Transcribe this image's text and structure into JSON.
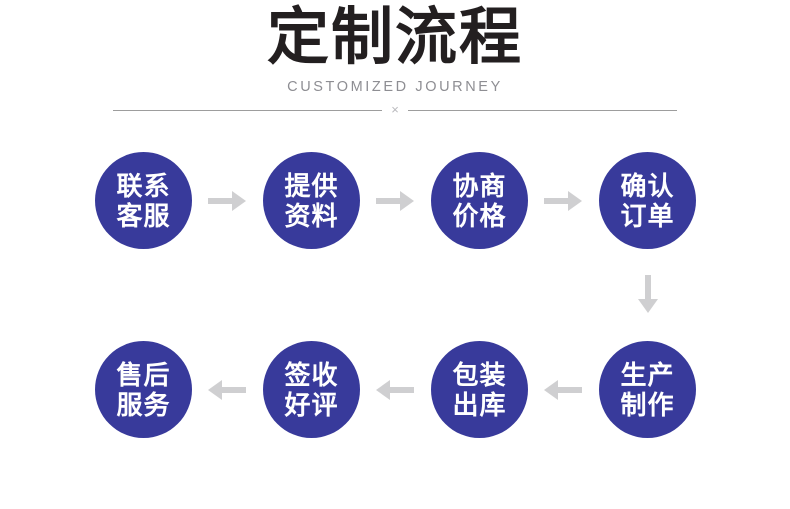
{
  "header": {
    "title": "定制流程",
    "subtitle": "CUSTOMIZED JOURNEY",
    "divider_symbol": "×"
  },
  "theme": {
    "node_color": "#383a9b",
    "node_text_color": "#ffffff",
    "arrow_color": "#cfcfd1",
    "title_color": "#231f20",
    "subtitle_color": "#8e8e93",
    "divider_color": "#9d9d9d",
    "background": "#ffffff"
  },
  "flow": {
    "rows": [
      {
        "direction": "right",
        "nodes": [
          {
            "line1": "联系",
            "line2": "客服"
          },
          {
            "line1": "提供",
            "line2": "资料"
          },
          {
            "line1": "协商",
            "line2": "价格"
          },
          {
            "line1": "确认",
            "line2": "订单"
          }
        ]
      },
      {
        "direction": "left",
        "nodes": [
          {
            "line1": "售后",
            "line2": "服务"
          },
          {
            "line1": "签收",
            "line2": "好评"
          },
          {
            "line1": "包装",
            "line2": "出库"
          },
          {
            "line1": "生产",
            "line2": "制作"
          }
        ]
      }
    ],
    "connector_down": "down-arrow"
  }
}
